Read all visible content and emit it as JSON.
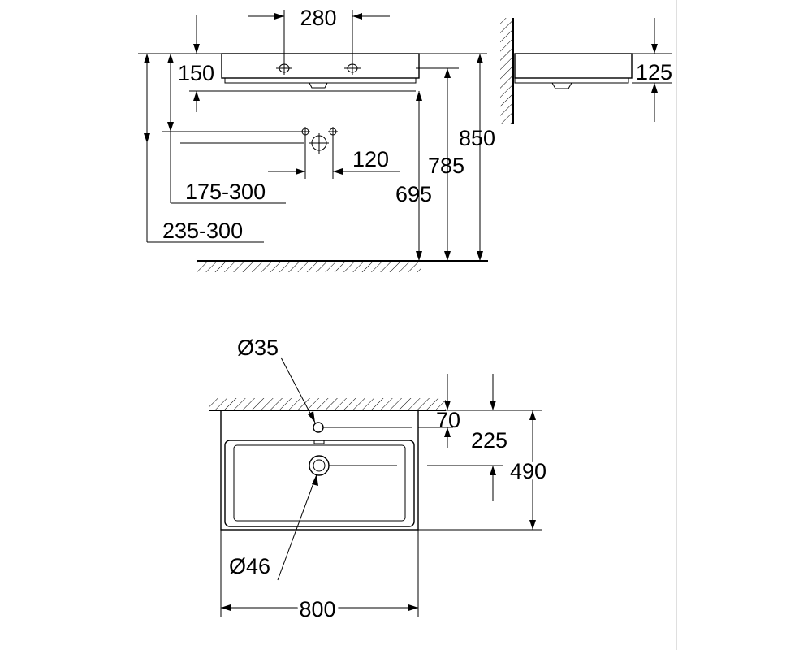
{
  "front_view": {
    "dims": {
      "tap_spacing": "280",
      "basin_thickness": "150",
      "wall_holes_spacing": "120",
      "drain_offset": "175-300",
      "waste_height": "235-300",
      "bottom_height": "695",
      "mid_height": "785",
      "top_height": "850"
    }
  },
  "side_view": {
    "dims": {
      "depth": "125"
    }
  },
  "top_view": {
    "dims": {
      "tap_hole_diameter": "Ø35",
      "tap_hole_offset": "70",
      "drain_offset": "225",
      "depth": "490",
      "drain_diameter": "Ø46",
      "width": "800"
    }
  }
}
